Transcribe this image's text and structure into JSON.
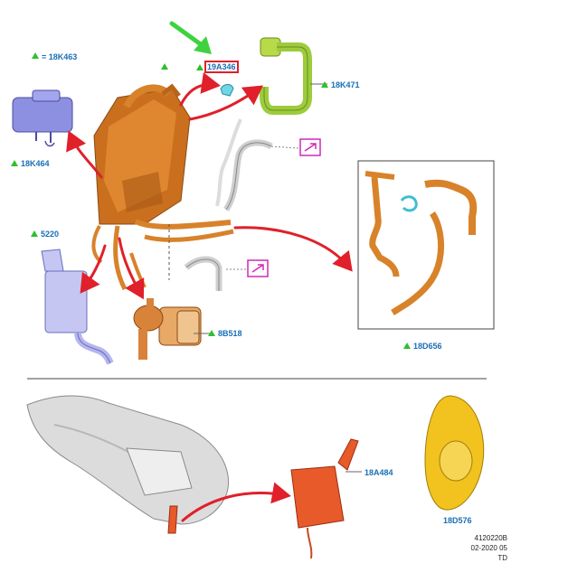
{
  "legend": {
    "symbol": "triangle-icon",
    "text": "= 18K463"
  },
  "parts": {
    "p19A346": "19A346",
    "p18K471": "18K471",
    "p18K464": "18K464",
    "p5220": "5220",
    "p8B518": "8B518",
    "p18D656": "18D656",
    "p18A484": "18A484",
    "p18D576": "18D576"
  },
  "footer": {
    "code": "4120220B",
    "date": "02-2020 05",
    "id": "TD"
  },
  "colors": {
    "label": "#1a6fb5",
    "triangle": "#2fbf2f",
    "highlight": "#e0202a",
    "arrow": "#e0202a",
    "pointer": "#3fd23f",
    "hose_orange": "#d8822a",
    "hose_green": "#9ccc3c",
    "module_blue": "#8d8fe0",
    "pump_orange": "#d9823a",
    "heater_red": "#e85a2a",
    "bottle_yellow": "#f2c21e",
    "callout_magenta": "#d12ab8"
  }
}
